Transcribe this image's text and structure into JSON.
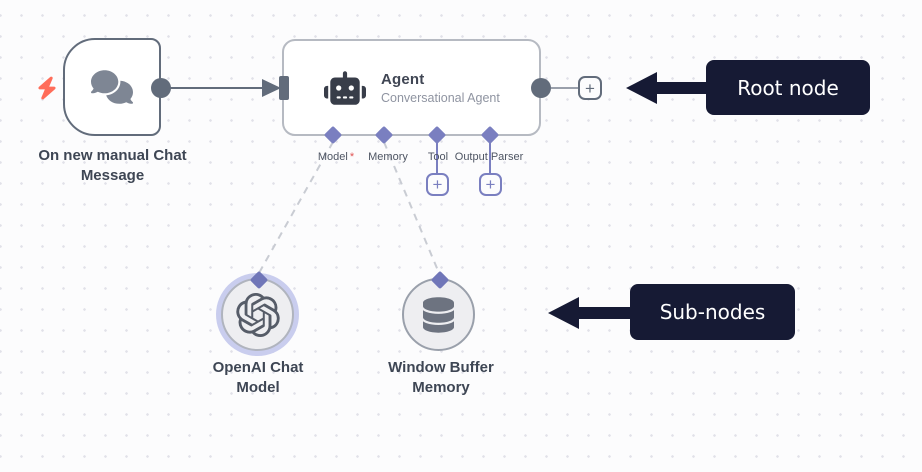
{
  "colors": {
    "annotation_navy": "#161a34",
    "connector_purple": "#7a7fc0",
    "node_border_gray": "#626c7b",
    "trigger_bolt_red": "#ff6d5a",
    "required_red": "#e05252",
    "text_dark": "#3e4654",
    "text_muted": "#8f94a1"
  },
  "trigger_node": {
    "label": "On new manual Chat Message",
    "icon": "chat-bubbles-icon",
    "badge_icon": "lightning-bolt-icon"
  },
  "agent_node": {
    "title": "Agent",
    "subtitle": "Conversational Agent",
    "icon": "robot-icon",
    "connectors": [
      {
        "label": "Model",
        "required_marker": "*"
      },
      {
        "label": "Memory"
      },
      {
        "label": "Tool"
      },
      {
        "label": "Output Parser"
      }
    ]
  },
  "sub_nodes": [
    {
      "label": "OpenAI Chat Model",
      "icon": "openai-logo-icon"
    },
    {
      "label": "Window Buffer Memory",
      "icon": "database-icon"
    }
  ],
  "annotations": {
    "root": "Root node",
    "sub": "Sub-nodes"
  },
  "ui": {
    "plus": "+"
  }
}
